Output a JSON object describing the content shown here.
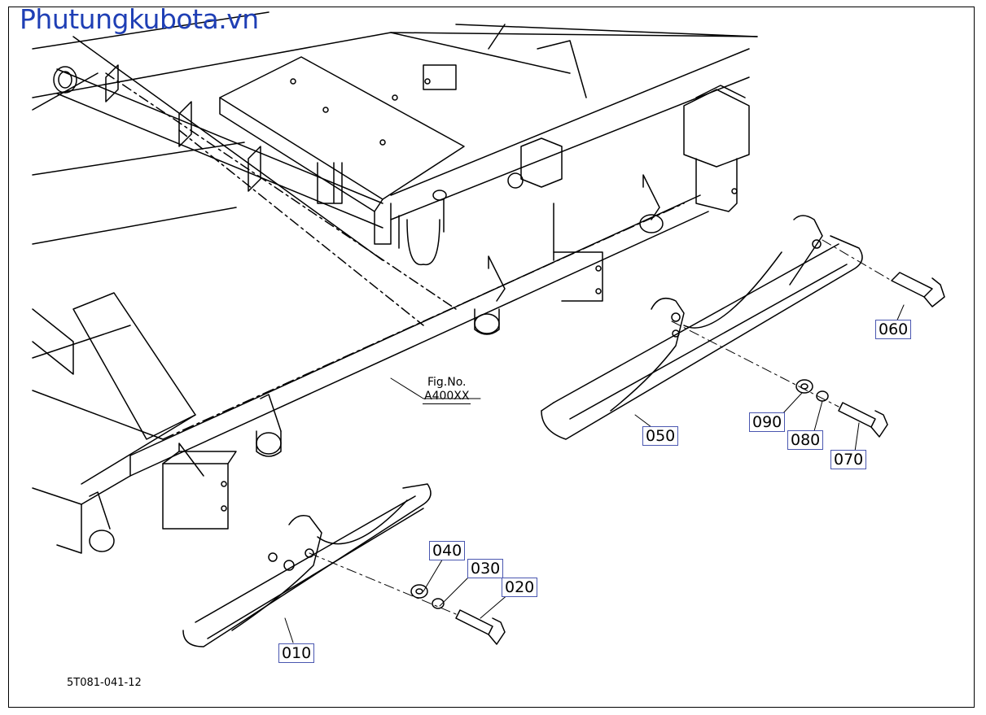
{
  "watermark": "Phutungkubota.vn",
  "fig_reference": {
    "line1": "Fig.No.",
    "line2": "A400XX"
  },
  "diagram_code": "5T081-041-12",
  "parts": {
    "p010": "010",
    "p020": "020",
    "p030": "030",
    "p040": "040",
    "p050": "050",
    "p060": "060",
    "p070": "070",
    "p080": "080",
    "p090": "090"
  },
  "colors": {
    "watermark": "#1f3fb5",
    "callout_border": "#4a57b0",
    "line": "#000000"
  }
}
